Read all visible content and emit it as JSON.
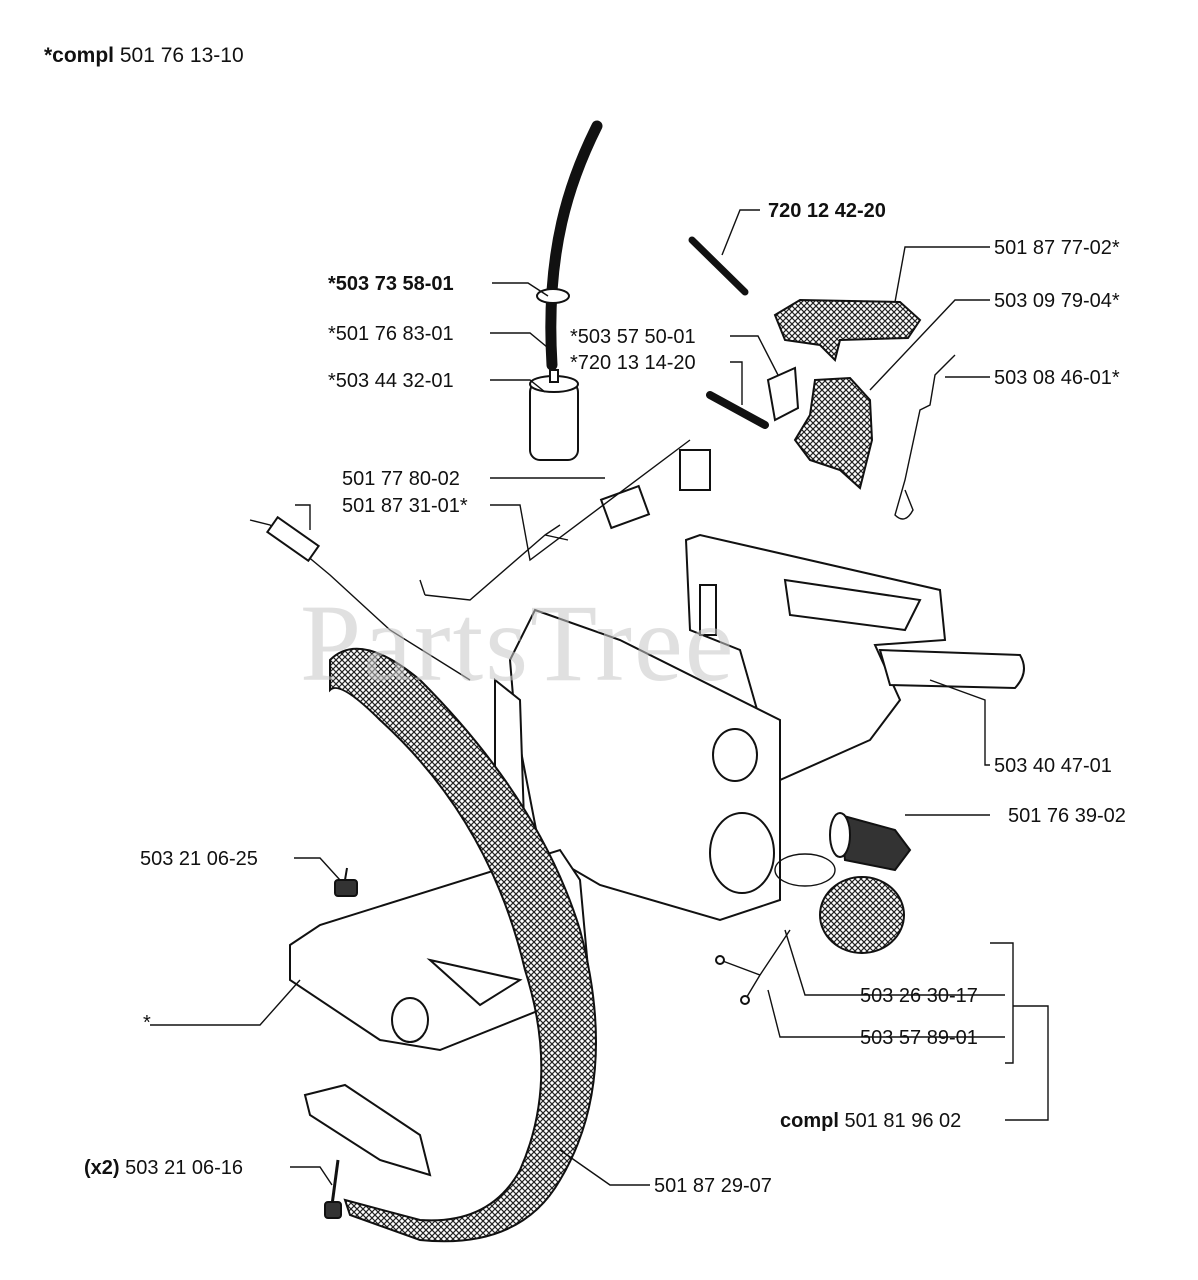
{
  "title": {
    "prefix": "*compl",
    "number": "501 76 13-10"
  },
  "watermark": "PartsTree",
  "labels": {
    "l01": {
      "prefix": "",
      "number": "720 12 42-20",
      "bold": true
    },
    "l02": {
      "prefix": "",
      "number": "*503 73 58-01",
      "bold": true
    },
    "l03": {
      "prefix": "",
      "number": "501 87 77-02*"
    },
    "l04": {
      "prefix": "",
      "number": "503 09 79-04*"
    },
    "l05": {
      "prefix": "",
      "number": "*501 76 83-01"
    },
    "l06": {
      "prefix": "",
      "number": "*503 57 50-01"
    },
    "l07": {
      "prefix": "",
      "number": "*720 13 14-20"
    },
    "l08": {
      "prefix": "",
      "number": "*503 44 32-01"
    },
    "l09": {
      "prefix": "",
      "number": "503 08 46-01*"
    },
    "l10": {
      "prefix": "",
      "number": "501 77 80-02"
    },
    "l11": {
      "prefix": "",
      "number": "501 87 31-01*"
    },
    "l12": {
      "prefix": "",
      "number": "503 40 47-01"
    },
    "l13": {
      "prefix": "",
      "number": "501 76 39-02"
    },
    "l14": {
      "prefix": "",
      "number": "503 21 06-25"
    },
    "l15": {
      "prefix": "",
      "number": "503 26 30-17"
    },
    "l16": {
      "prefix": "",
      "number": "*"
    },
    "l17": {
      "prefix": "",
      "number": "503 57 89-01"
    },
    "l18": {
      "prefix": "compl",
      "number": "501 81 96 02"
    },
    "l19": {
      "prefix": "(x2)",
      "number": "503 21 06-16"
    },
    "l20": {
      "prefix": "",
      "number": "501 87 29-07"
    }
  }
}
